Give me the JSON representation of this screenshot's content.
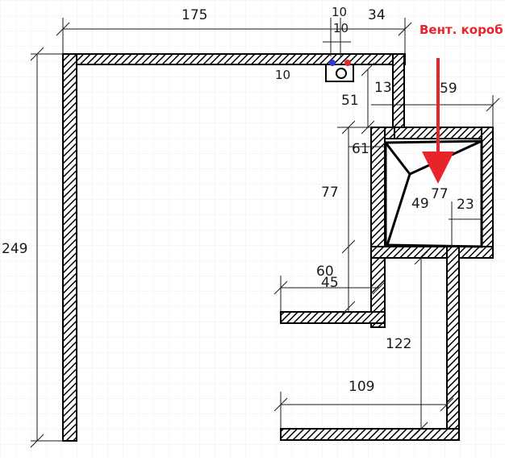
{
  "plan": {
    "annotation": "Вент. короб",
    "dimensions": {
      "top_width": "175",
      "top_small_a": "10",
      "top_small_b": "10",
      "top_right": "34",
      "mid_small": "10",
      "left_height": "249",
      "step_51": "51",
      "step_13": "13",
      "right_59": "59",
      "d_61": "61",
      "d_77_left": "77",
      "d_77_box": "77",
      "d_49": "49",
      "d_23": "23",
      "d_60": "60",
      "d_45": "45",
      "d_122": "122",
      "d_109": "109"
    }
  },
  "colors": {
    "wall": "#000000",
    "dimension_line": "#1a1a1a",
    "grid": "#e2e2e2",
    "arrow": "#e8232a",
    "marker_red": "#e8232a",
    "marker_blue": "#2b3bd6"
  }
}
